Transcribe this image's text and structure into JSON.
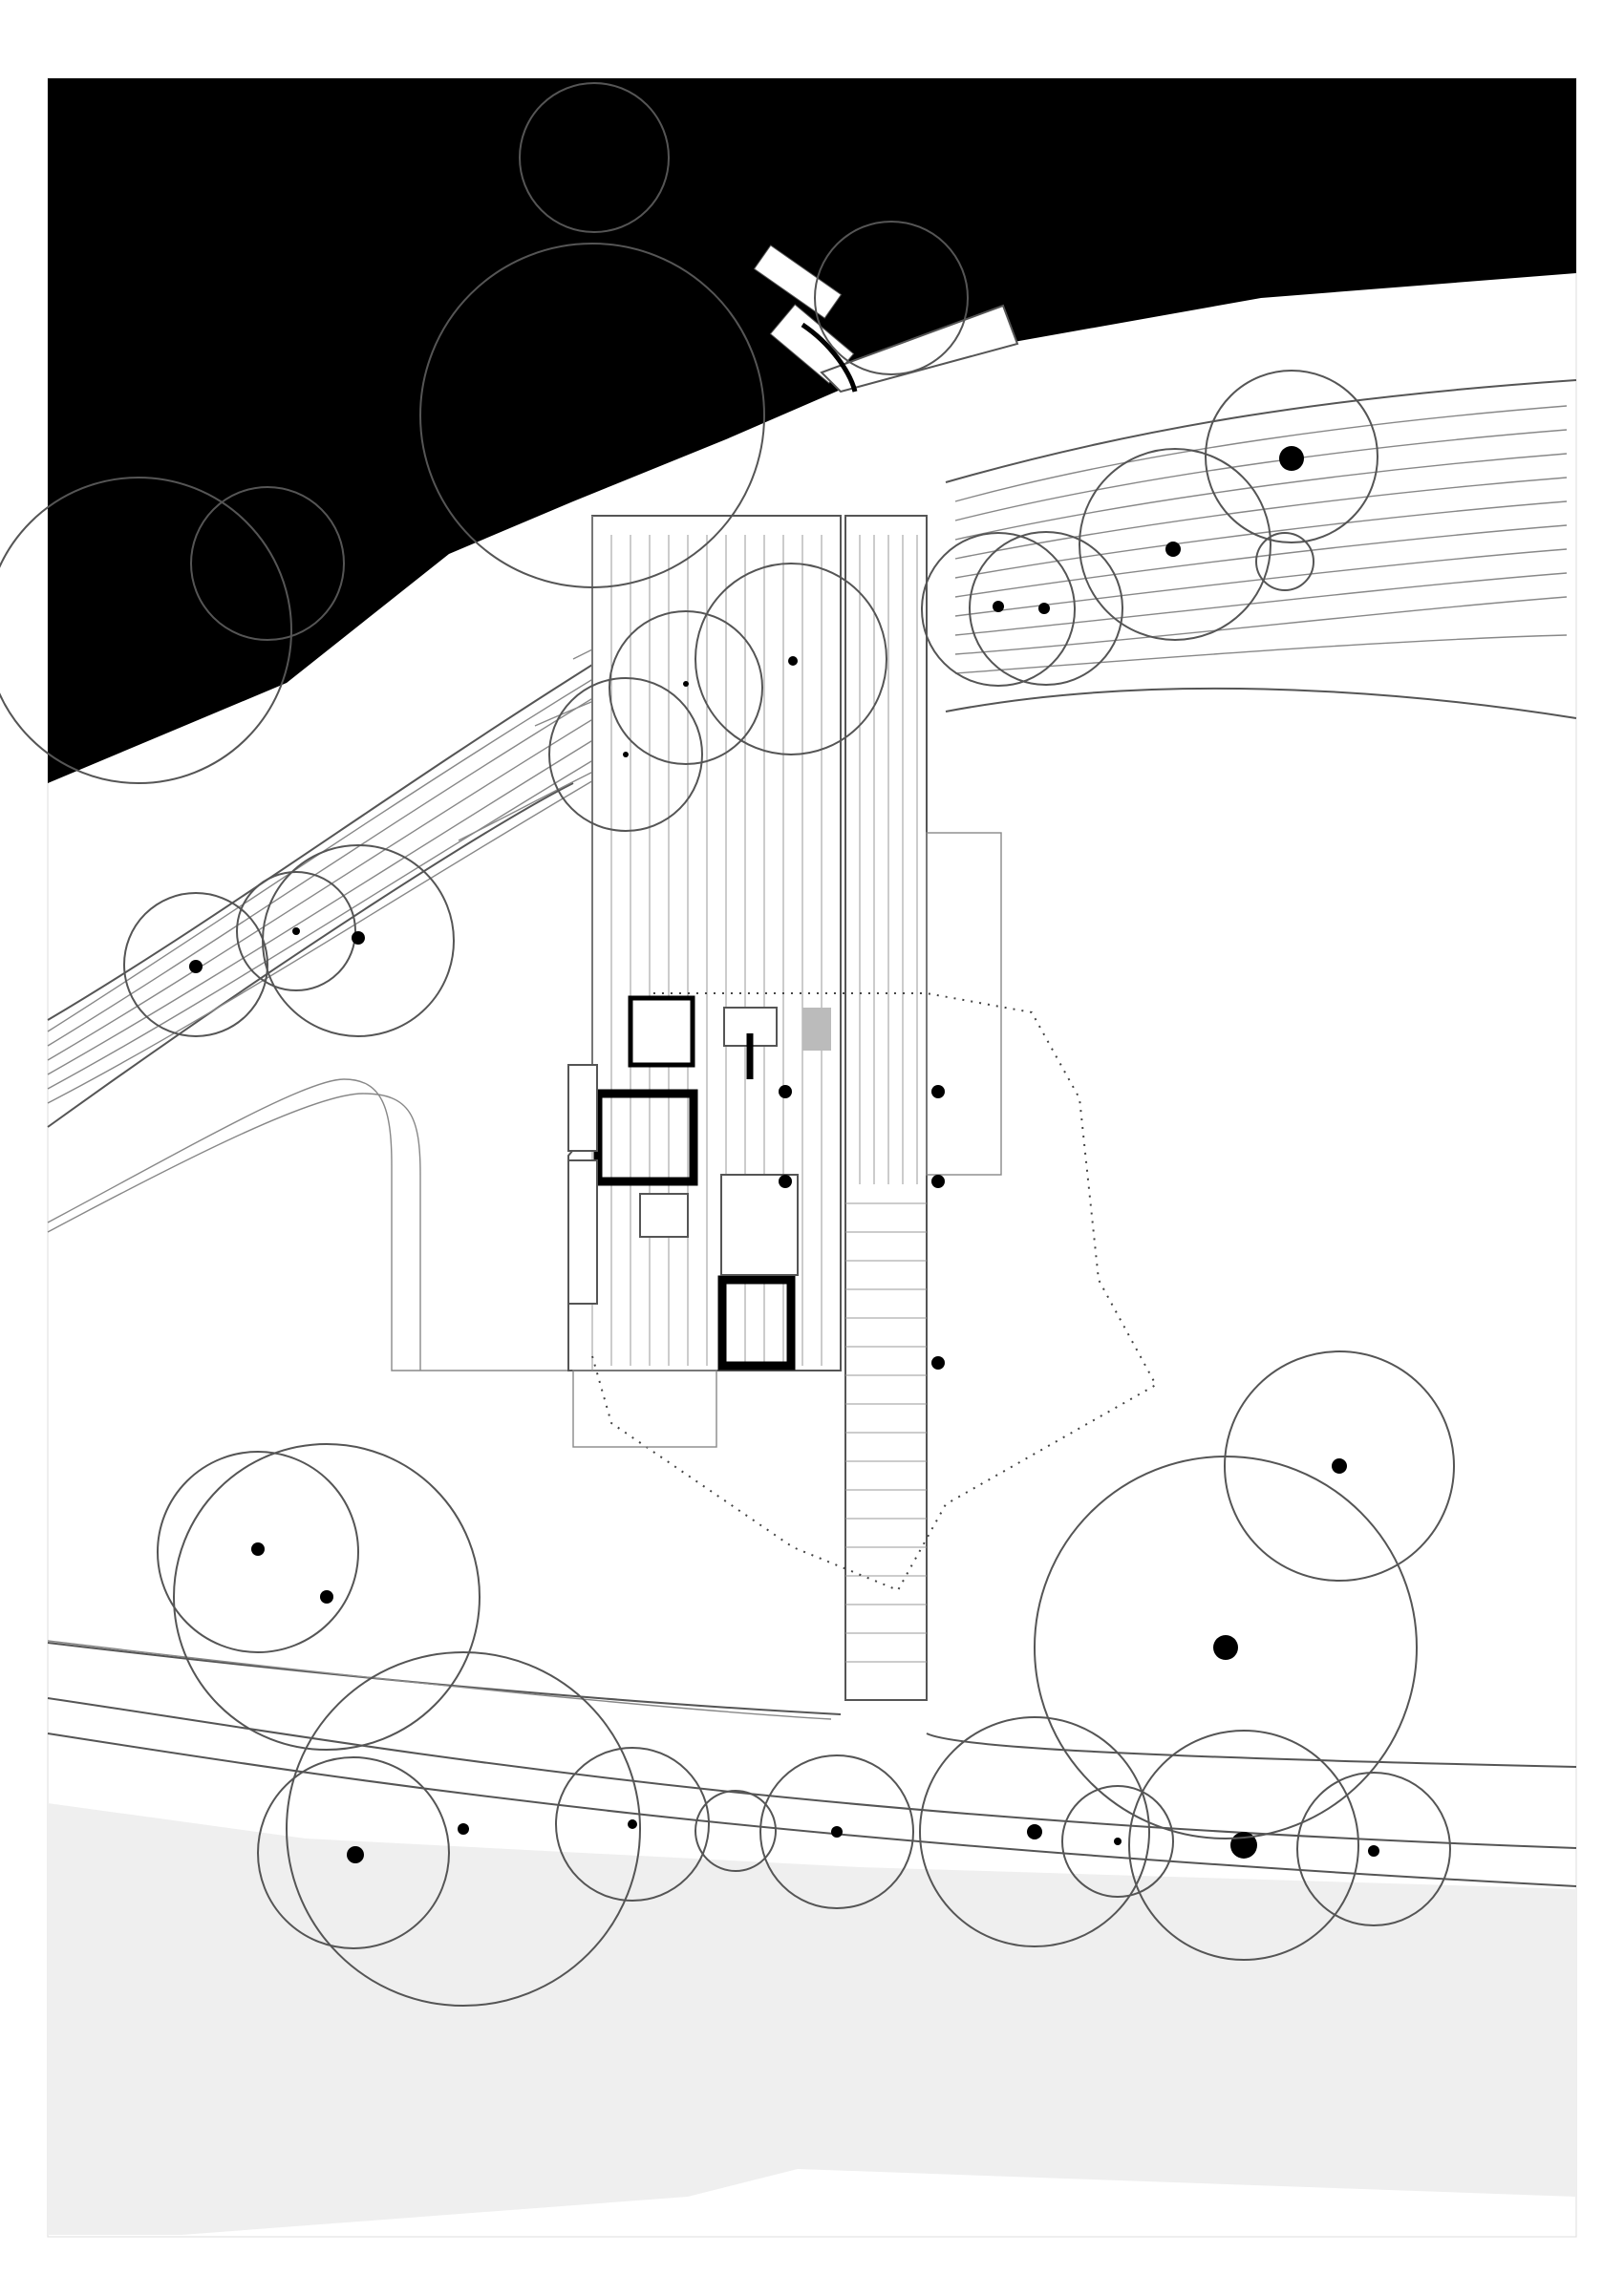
{
  "drawing": {
    "type": "architectural site plan",
    "colors": {
      "background": "#ffffff",
      "water_or_dark_zone": "#000000",
      "road_band": "#efefef",
      "linework": "#555555",
      "tree_trunk": "#000000",
      "wall": "#000000"
    },
    "elements": [
      "frame",
      "dark-zone",
      "road-band",
      "contour-lines",
      "building",
      "stair-walkway",
      "tree-canopies",
      "dotted-boundary"
    ]
  }
}
